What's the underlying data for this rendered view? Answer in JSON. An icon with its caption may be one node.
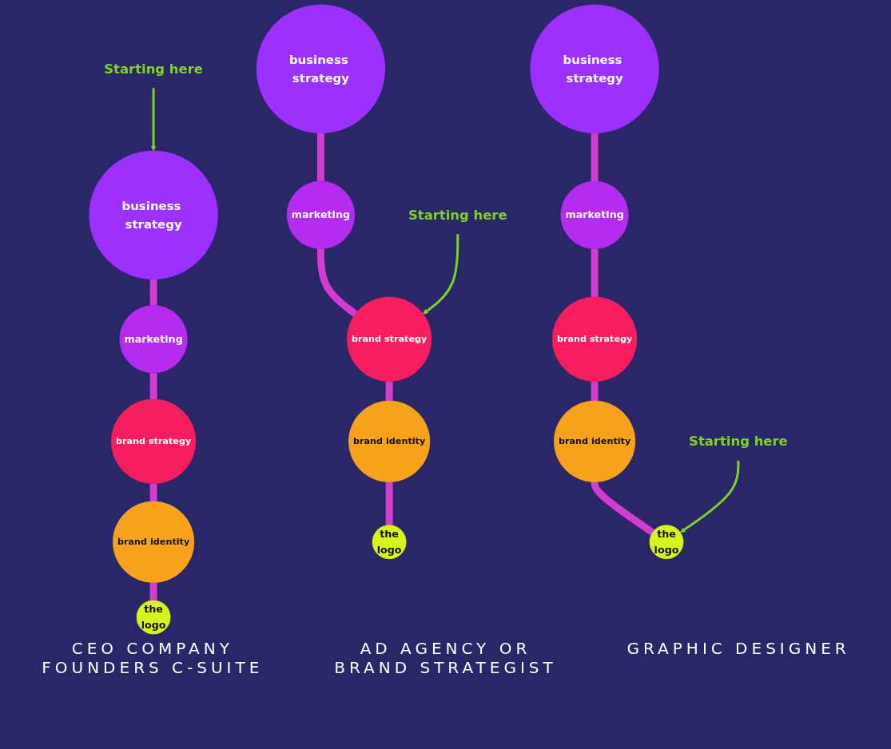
{
  "diagram": {
    "nodes": [
      {
        "text": [
          "Starting here"
        ]
      },
      {
        "text": [
          "business strategy"
        ]
      },
      {
        "text": [
          "marketing"
        ]
      },
      {
        "text": [
          "brand strategy"
        ]
      },
      {
        "text": [
          "brand identity"
        ]
      },
      {
        "text": [
          "the",
          "logo"
        ]
      },
      {
        "text": [
          "business strategy"
        ]
      },
      {
        "text": [
          "marketing"
        ]
      },
      {
        "text": [
          "Starting here"
        ]
      },
      {
        "text": [
          "brand strategy"
        ]
      },
      {
        "text": [
          "brand identity"
        ]
      },
      {
        "text": [
          "the",
          "logo"
        ]
      },
      {
        "text": [
          "business strategy"
        ]
      },
      {
        "text": [
          "marketing"
        ]
      },
      {
        "text": [
          "brand strategy"
        ]
      },
      {
        "text": [
          "brand identity"
        ]
      },
      {
        "text": [
          "Starting here"
        ]
      },
      {
        "text": [
          "the",
          "logo"
        ]
      }
    ],
    "edges": [
      {
        "from": 0,
        "to": 1,
        "arrow": "to",
        "color": "#7ed321"
      },
      {
        "from": 1,
        "to": 2,
        "arrow": "none"
      },
      {
        "from": 2,
        "to": 3,
        "arrow": "none"
      },
      {
        "from": 3,
        "to": 4,
        "arrow": "none"
      },
      {
        "from": 4,
        "to": 5,
        "arrow": "none"
      },
      {
        "from": 6,
        "to": 7,
        "arrow": "none"
      },
      {
        "from": 7,
        "to": 9,
        "arrow": "none"
      },
      {
        "from": 8,
        "to": 9,
        "arrow": "to",
        "color": "#7ed321"
      },
      {
        "from": 9,
        "to": 10,
        "arrow": "none"
      },
      {
        "from": 10,
        "to": 11,
        "arrow": "none"
      },
      {
        "from": 12,
        "to": 13,
        "arrow": "none"
      },
      {
        "from": 13,
        "to": 14,
        "arrow": "none"
      },
      {
        "from": 14,
        "to": 15,
        "arrow": "none"
      },
      {
        "from": 15,
        "to": 17,
        "arrow": "none"
      },
      {
        "from": 16,
        "to": 17,
        "arrow": "to",
        "color": "#7ed321"
      }
    ],
    "labels": [
      "CEO COMPANY FOUNDERS C-SUITE",
      "AD AGENCY OR BRAND STRATEGIST",
      "GRAPHIC DESIGNER"
    ]
  }
}
